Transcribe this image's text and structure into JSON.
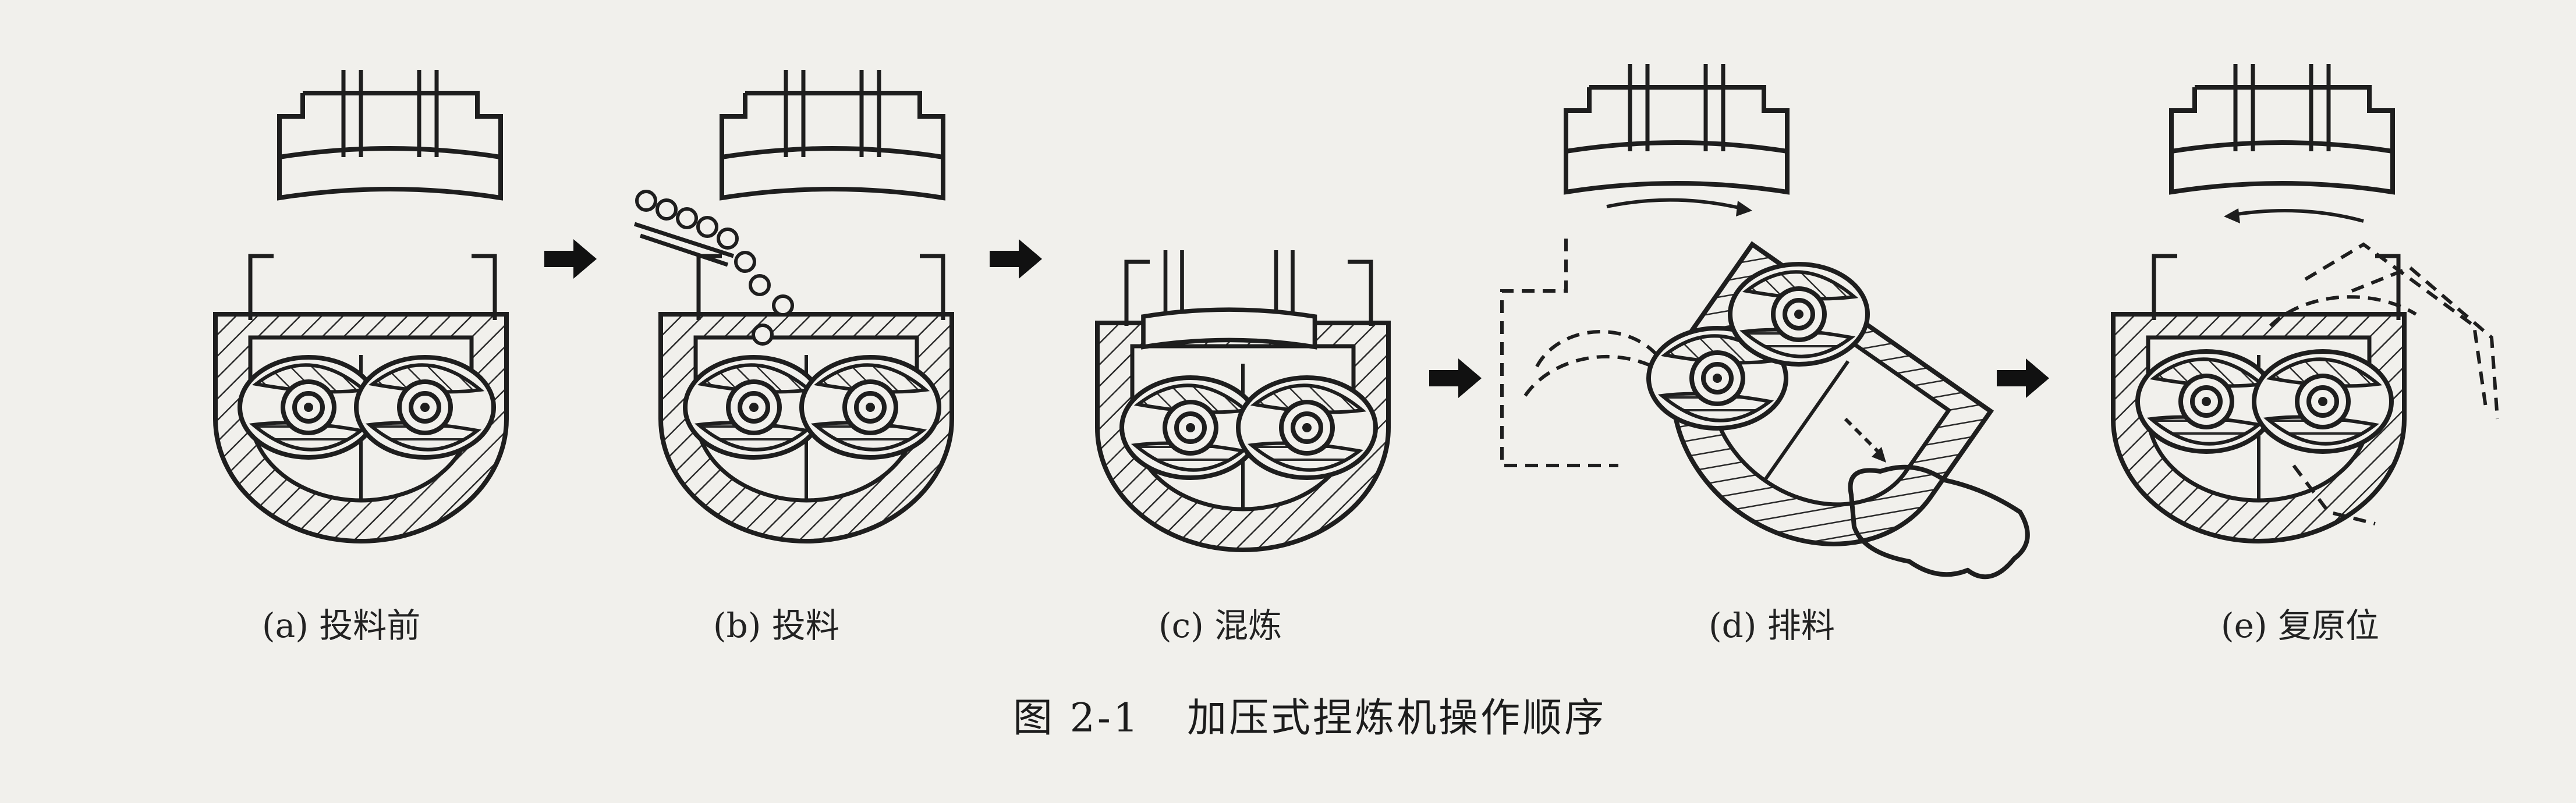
{
  "panels": [
    {
      "label": "(a) 投料前"
    },
    {
      "label": "(b) 投料"
    },
    {
      "label": "(c) 混炼"
    },
    {
      "label": "(d) 排料"
    },
    {
      "label": "(e) 复原位"
    }
  ],
  "caption": {
    "number": "图 2-1",
    "title": "加压式捏炼机操作顺序"
  },
  "colors": {
    "ink": "#1e1e1e",
    "paper": "#f1f0ec",
    "hatch": "#2a2a2a"
  },
  "icons": [
    "arrow-right-icon",
    "rotation-arrow-icon"
  ]
}
